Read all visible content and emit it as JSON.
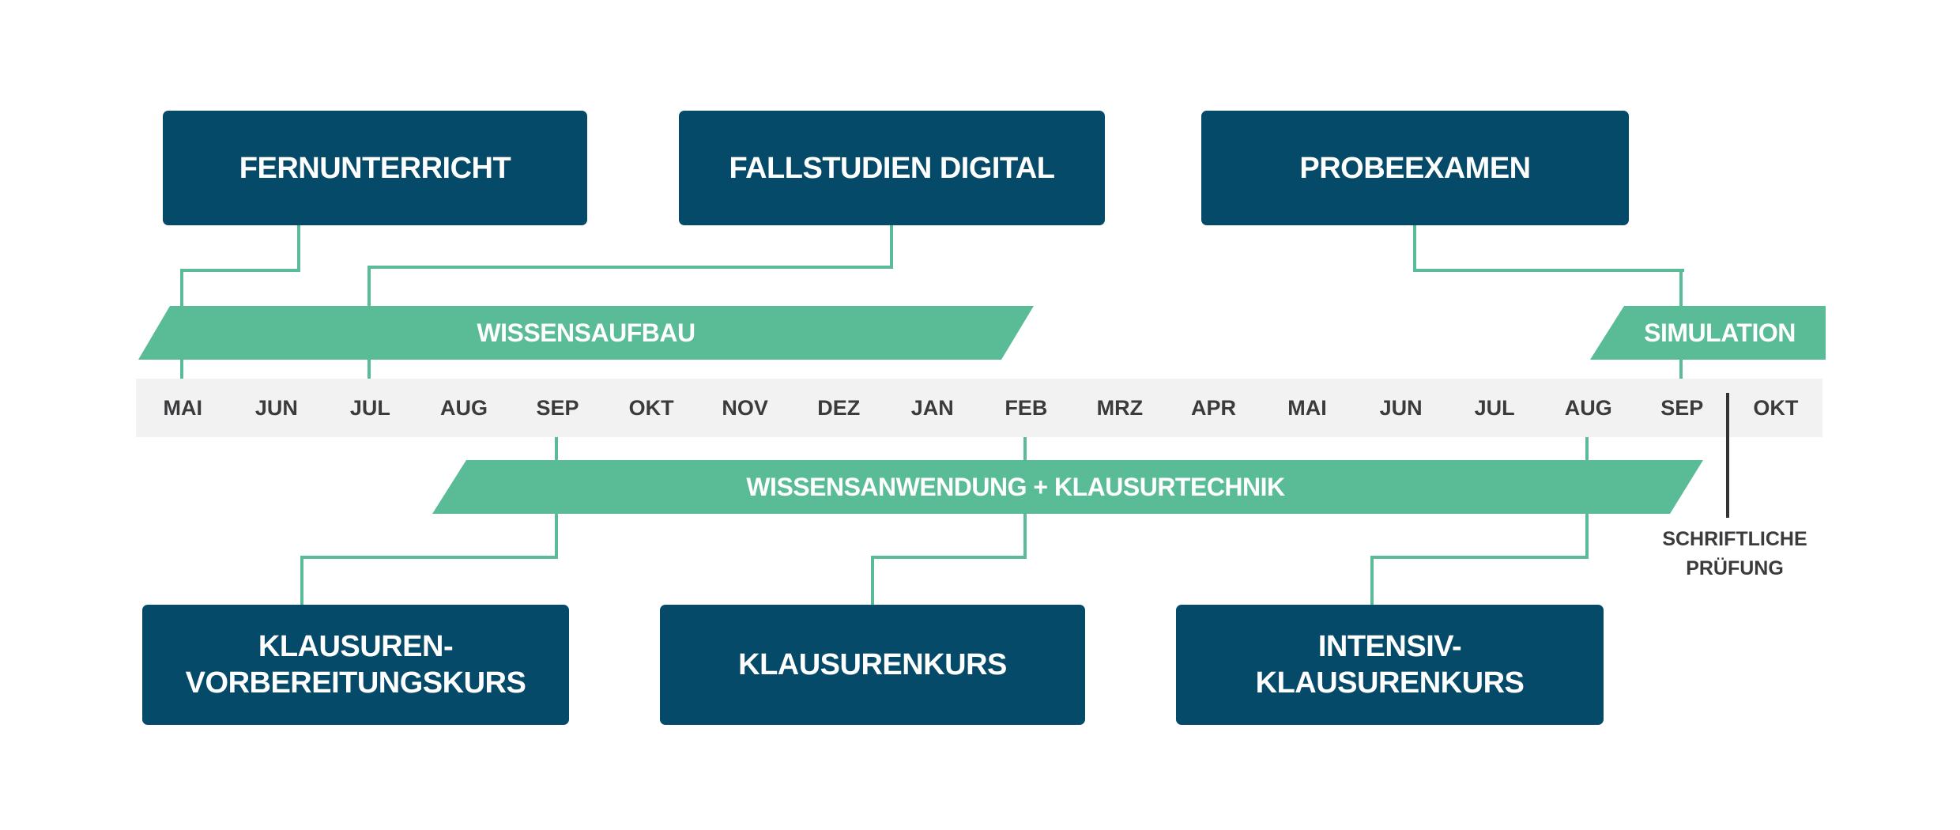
{
  "colors": {
    "navy": "#054a68",
    "green": "#5abc97",
    "axis_bg": "#f2f2f3",
    "text_dark": "#3b3b3d",
    "marker": "#333333"
  },
  "top_boxes": [
    {
      "label": "FERNUNTERRICHT"
    },
    {
      "label": "FALLSTUDIEN DIGITAL"
    },
    {
      "label": "PROBEEXAMEN"
    }
  ],
  "bands": {
    "wissensaufbau": {
      "label": "WISSENSAUFBAU"
    },
    "simulation": {
      "label": "SIMULATION"
    },
    "wissensanwendung": {
      "label": "WISSENSANWENDUNG + KLAUSURTECHNIK"
    }
  },
  "timeline": {
    "months": [
      "MAI",
      "JUN",
      "JUL",
      "AUG",
      "SEP",
      "OKT",
      "NOV",
      "DEZ",
      "JAN",
      "FEB",
      "MRZ",
      "APR",
      "MAI",
      "JUN",
      "JUL",
      "AUG",
      "SEP",
      "OKT"
    ]
  },
  "bottom_boxes": [
    {
      "line1": "KLAUSUREN-",
      "line2": "VORBEREITUNGSKURS"
    },
    {
      "line1": "KLAUSURENKURS",
      "line2": ""
    },
    {
      "line1": "INTENSIV-",
      "line2": "KLAUSURENKURS"
    }
  ],
  "exam_marker": {
    "line1": "SCHRIFTLICHE",
    "line2": "PRÜFUNG"
  }
}
